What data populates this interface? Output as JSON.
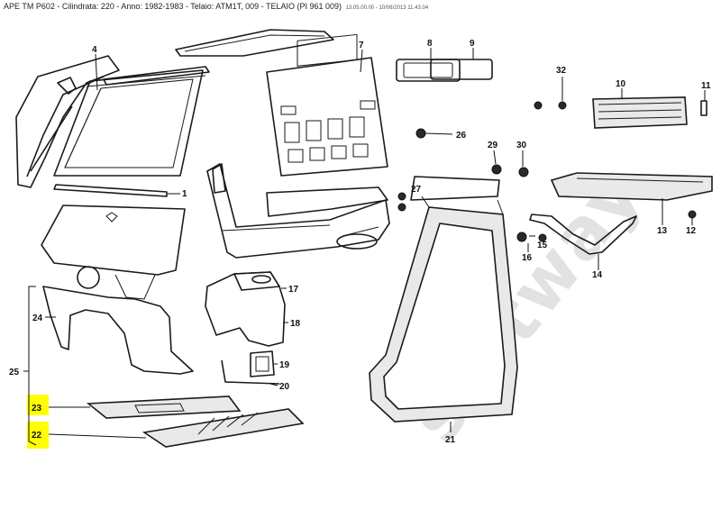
{
  "header": {
    "title": "APE TM P602 - Cilindrata:  220 - Anno: 1982-1983 - Telaio: ATM1T, 009 - TELAIO (PI 961 009)",
    "meta": "13.05.00.00 - 10/06/2013 11.43.04"
  },
  "watermark": "softway",
  "callouts": {
    "c1": "1",
    "c4": "4",
    "c7": "7",
    "c8": "8",
    "c9": "9",
    "c10": "10",
    "c11": "11",
    "c12": "12",
    "c13": "13",
    "c14": "14",
    "c15": "15",
    "c16": "16",
    "c17": "17",
    "c18": "18",
    "c19": "19",
    "c20": "20",
    "c21": "21",
    "c22": "22",
    "c23": "23",
    "c24": "24",
    "c25": "25",
    "c26": "26",
    "c27": "27",
    "c29": "29",
    "c30": "30",
    "c32": "32"
  },
  "highlight": {
    "color": "#ffff00",
    "labels": [
      "23",
      "22"
    ]
  }
}
